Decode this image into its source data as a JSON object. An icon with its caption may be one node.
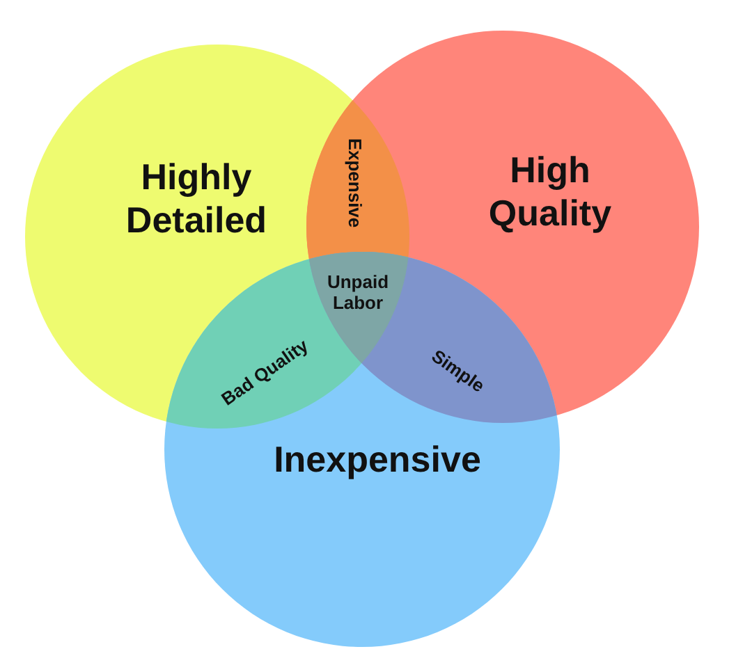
{
  "diagram": {
    "nodes": [
      {
        "text": [
          "Highly Detailed"
        ]
      },
      {
        "text": [
          "High Quality"
        ]
      },
      {
        "text": [
          "Inexpensive"
        ]
      }
    ],
    "labels": [
      "Expensive",
      "Unpaid Labor",
      "Bad Quality",
      "Simple"
    ]
  }
}
